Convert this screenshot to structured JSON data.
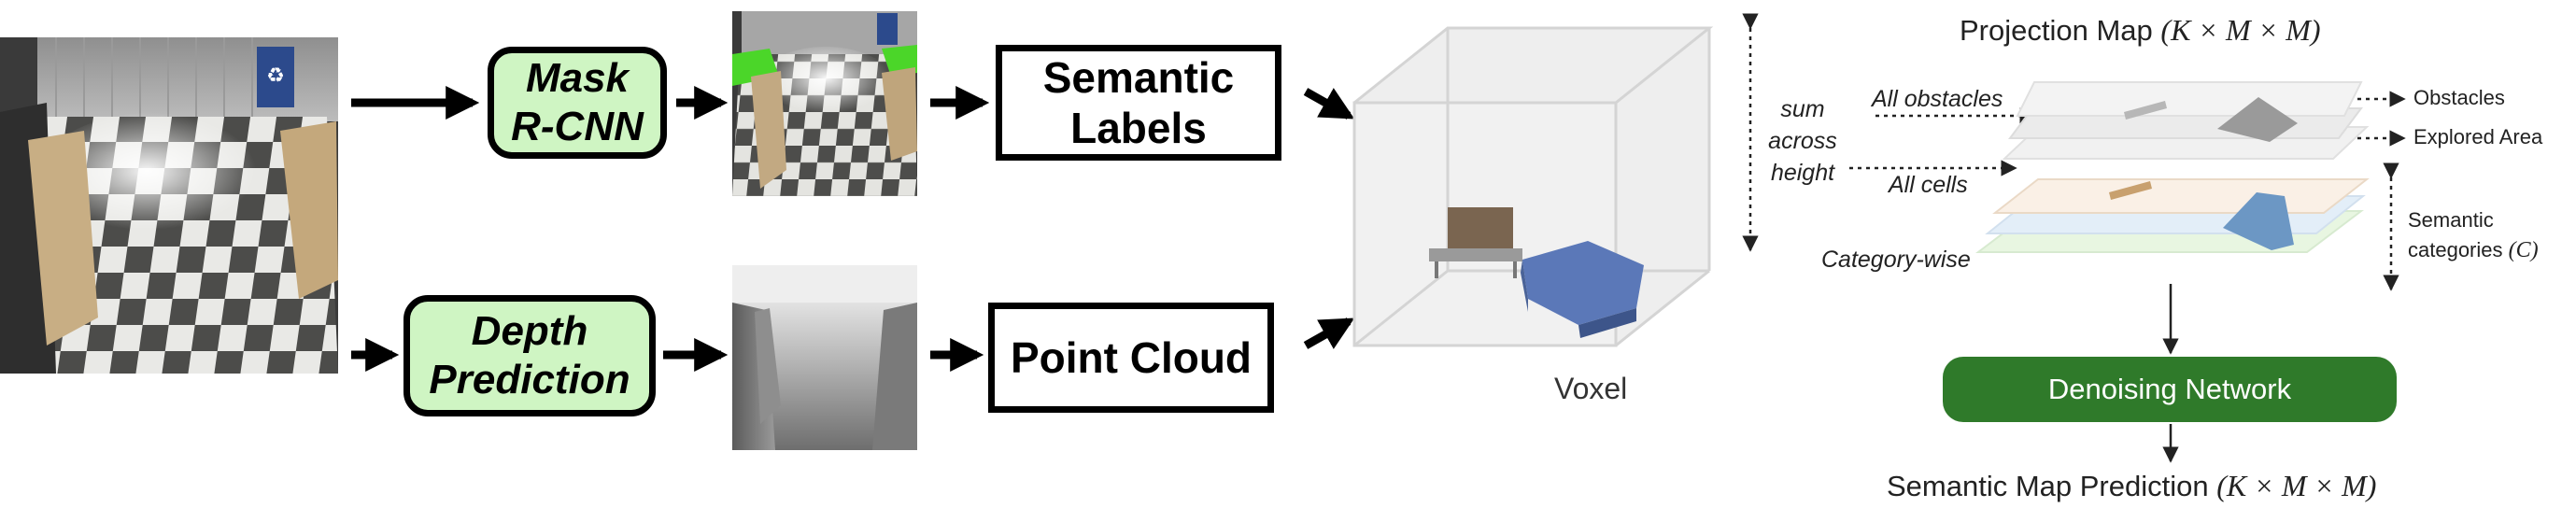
{
  "pipeline": {
    "mask_rcnn": "Mask\nR-CNN",
    "semantic_labels": "Semantic\nLabels",
    "depth_prediction": "Depth\nPrediction",
    "point_cloud": "Point Cloud",
    "voxel": "Voxel"
  },
  "projection": {
    "title": "Projection Map",
    "title_math": "(K × M × M)",
    "sum_across_height": "sum\nacross\nheight",
    "all_obstacles": "All obstacles",
    "all_cells": "All cells",
    "category_wise": "Category-wise",
    "obstacles": "Obstacles",
    "explored_area": "Explored Area",
    "semantic_categories": "Semantic\ncategories",
    "semantic_categories_math": "(C)",
    "denoising_network": "Denoising Network",
    "prediction": "Semantic Map Prediction",
    "prediction_math": "(K × M × M)"
  },
  "colors": {
    "step_fill": "#cff5c3",
    "denoise_fill": "#2f7a2a",
    "bed_blue": "#5b78b8"
  }
}
